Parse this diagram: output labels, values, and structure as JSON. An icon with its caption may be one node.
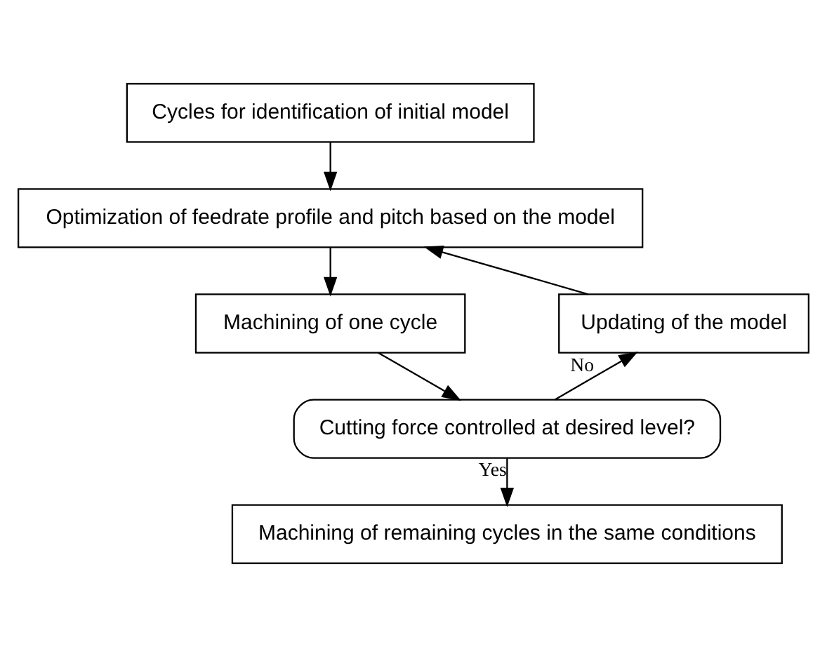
{
  "diagram": {
    "nodes": [
      {
        "text": [
          "Cycles for identification of initial model"
        ]
      },
      {
        "text": [
          "Optimization of feedrate profile and pitch based on the model"
        ]
      },
      {
        "text": [
          "Machining of one cycle"
        ]
      },
      {
        "text": [
          "Cutting force controlled at desired level?"
        ]
      },
      {
        "text": [
          "Updating of the model"
        ]
      },
      {
        "text": [
          "Machining of remaining cycles in the same conditions"
        ]
      }
    ],
    "edges": [
      {
        "from": 0,
        "to": 1,
        "arrow": "to"
      },
      {
        "from": 1,
        "to": 2,
        "arrow": "to"
      },
      {
        "from": 2,
        "to": 3,
        "arrow": "to"
      },
      {
        "from": 3,
        "to": 4,
        "arrow": "to",
        "label": "No"
      },
      {
        "from": 4,
        "to": 1,
        "arrow": "to"
      },
      {
        "from": 3,
        "to": 5,
        "arrow": "to",
        "label": "Yes"
      }
    ]
  }
}
